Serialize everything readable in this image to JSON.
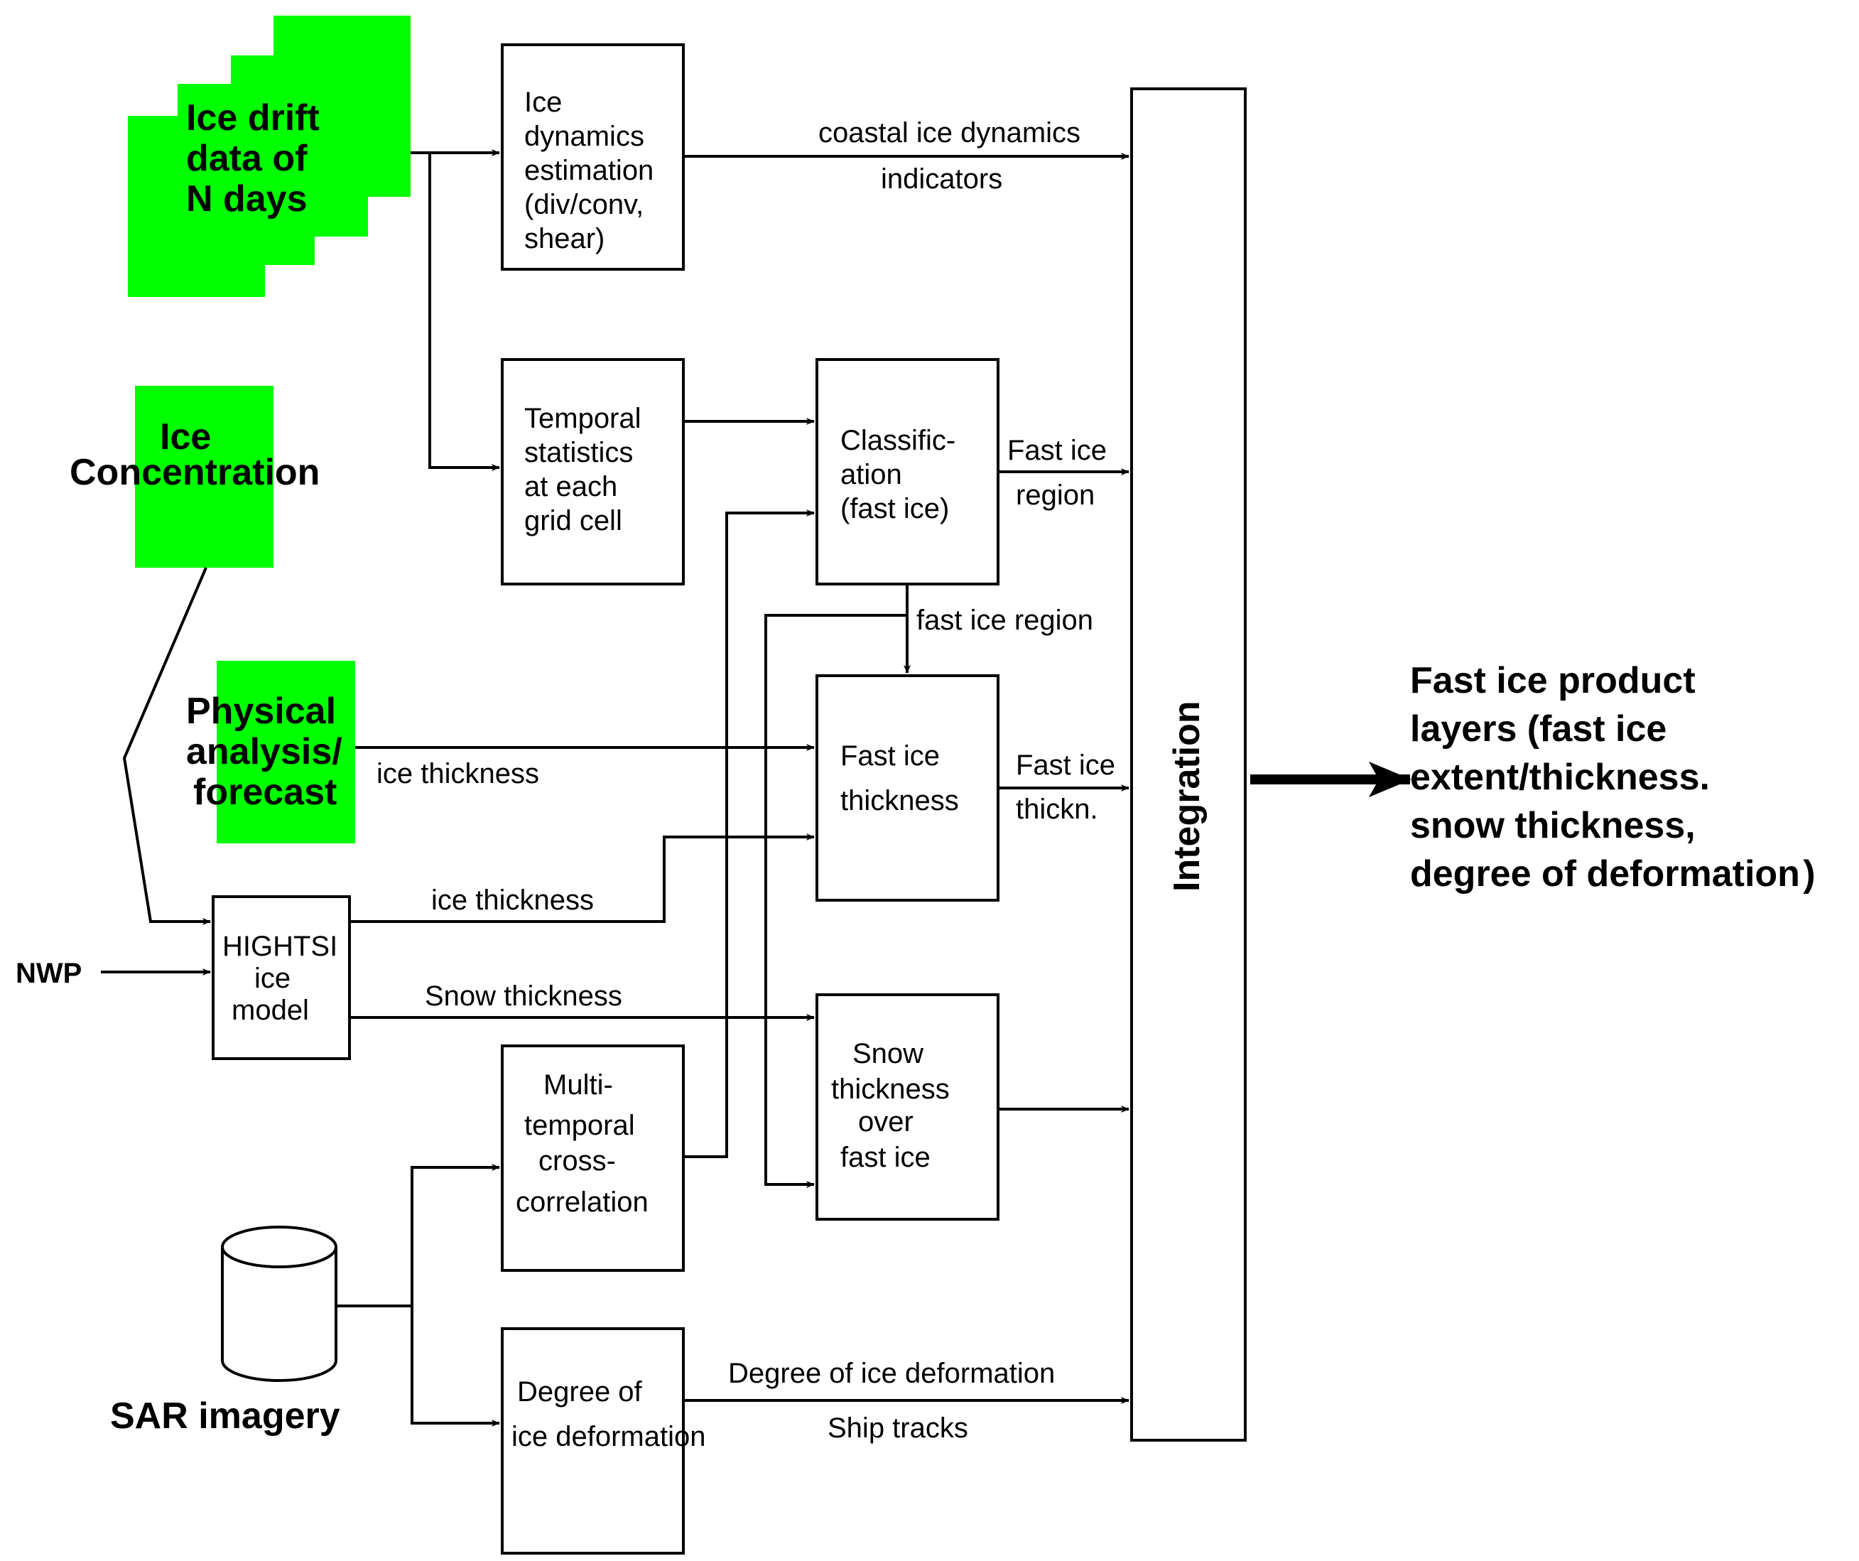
{
  "colors": {
    "source_fill": "#00ff00",
    "stroke": "#000000"
  },
  "sources": {
    "ice_drift": [
      "Ice drift",
      "data of",
      "N days"
    ],
    "ice_concentration": [
      "Ice",
      "Concentration"
    ],
    "physical": [
      "Physical",
      "analysis/",
      "forecast"
    ],
    "nwp": "NWP",
    "sar": "SAR imagery"
  },
  "boxes": {
    "ice_dynamics": [
      "Ice",
      "dynamics",
      "estimation",
      "(div/conv,",
      "shear)"
    ],
    "temporal_stats": [
      "Temporal",
      "statistics",
      "at each",
      "grid cell"
    ],
    "classification": [
      "Classific-",
      "ation",
      "(fast ice)"
    ],
    "fast_ice_thickness": [
      "Fast ice",
      "thickness"
    ],
    "snow_thickness": [
      "Snow",
      "thickness",
      "over",
      "fast ice"
    ],
    "hightsi": [
      "HIGHTSI",
      "ice",
      "model"
    ],
    "multi_temporal": [
      "Multi-",
      "temporal",
      "cross-",
      "correlation"
    ],
    "deformation": [
      "Degree of",
      "ice deformation"
    ],
    "integration": "Integration"
  },
  "edges": {
    "coastal_1": "coastal ice dynamics",
    "coastal_2": "indicators",
    "fast_ice_region_1": "Fast ice",
    "fast_ice_region_2": "region",
    "fast_ice_region_down": "fast ice region",
    "phys_ice_thickness": "ice  thickness",
    "hightsi_ice_thickness": "ice  thickness",
    "hightsi_snow_thickness": "Snow thickness",
    "fit_out_1": "Fast ice",
    "fit_out_2": "thickn.",
    "deformation_1": "Degree of ice deformation",
    "deformation_2": "Ship tracks"
  },
  "output": [
    "Fast ice product",
    "layers (fast ice",
    "extent/thickness.",
    "snow thickness,",
    "degree of deformation )"
  ]
}
